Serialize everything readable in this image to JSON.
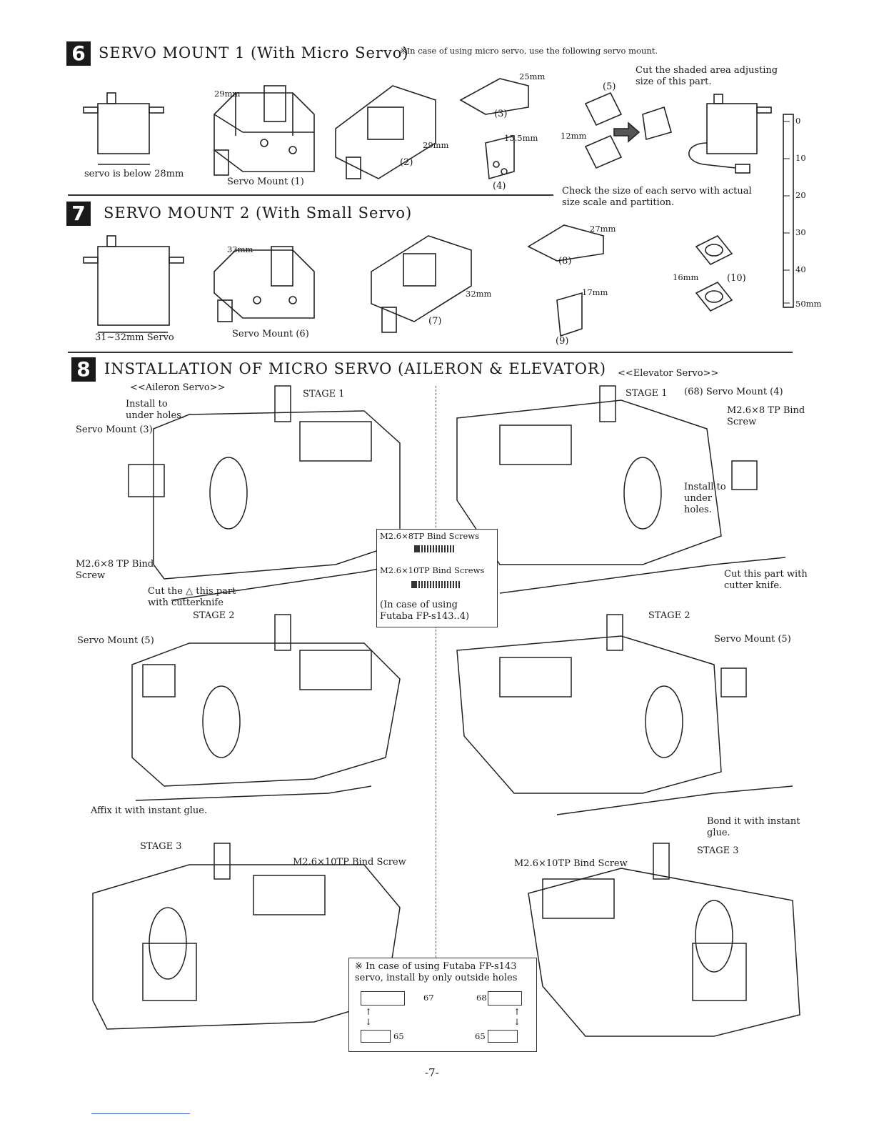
{
  "section6": {
    "number": "6",
    "title": "SERVO MOUNT 1 (With Micro Servo)",
    "note": "※In case of using micro servo, use the following servo mount.",
    "servo_label": "servo is below 28mm",
    "mount_label": "Servo Mount (1)",
    "mount_dim": "29mm",
    "p2_label": "(2)",
    "p2_dim": "29mm",
    "p3_label": "(3)",
    "p3_dim": "25mm",
    "p4_label": "(4)",
    "p4_dim": "15.5mm",
    "p5_label": "(5)",
    "p5_dim": "12mm",
    "cut_note": "Cut the shaded area adjusting size of this part.",
    "check_note": "Check the size of each servo with actual size scale and partition."
  },
  "section7": {
    "number": "7",
    "title": "SERVO MOUNT 2 (With Small Servo)",
    "servo_label": "31~32mm Servo",
    "mount_label": "Servo Mount (6)",
    "mount_dim": "33mm",
    "p7_label": "(7)",
    "p7_dim": "32mm",
    "p8_label": "(8)",
    "p8_dim": "27mm",
    "p9_label": "(9)",
    "p9_dim": "17mm",
    "p10_label": "(10)",
    "p10_dim": "16mm"
  },
  "scale": {
    "ticks": [
      "0",
      "10",
      "20",
      "30",
      "40",
      "50mm"
    ]
  },
  "section8": {
    "number": "8",
    "title": "INSTALLATION OF MICRO SERVO (AILERON & ELEVATOR)",
    "aileron_header": "<<Aileron Servo>>",
    "elevator_header": "<<Elevator Servo>>",
    "stage1": "STAGE 1",
    "stage2": "STAGE 2",
    "stage3": "STAGE 3",
    "a1_install": "Install to under holes.",
    "a1_mount": "Servo Mount (3)",
    "a1_screw": "M2.6×8 TP Bind Screw",
    "a1_cut": "Cut the △ this part with cutterknife",
    "e1_mount": "(68) Servo Mount (4)",
    "e1_screw": "M2.6×8 TP Bind Screw",
    "e1_install": "Install to under holes.",
    "e1_cut": "Cut this part with cutter knife.",
    "screws_box": {
      "s1": "M2.6×8TP Bind Screws",
      "s2": "M2.6×10TP Bind Screws",
      "s3": "(In case of using Futaba FP-s143..4)"
    },
    "a2_mount": "Servo Mount (5)",
    "a2_affix": "Affix it   with instant glue.",
    "e2_mount": "Servo Mount (5)",
    "e2_bond": "Bond it with instant glue.",
    "a3_screw": "M2.6×10TP Bind Screw",
    "e3_screw": "M2.6×10TP Bind Screw",
    "futaba_note": "※ In case of using Futaba FP-s143 servo, install by only outside holes",
    "fn_67": "67",
    "fn_68": "68",
    "fn_65a": "65",
    "fn_65b": "65"
  },
  "page_number": "-7-"
}
